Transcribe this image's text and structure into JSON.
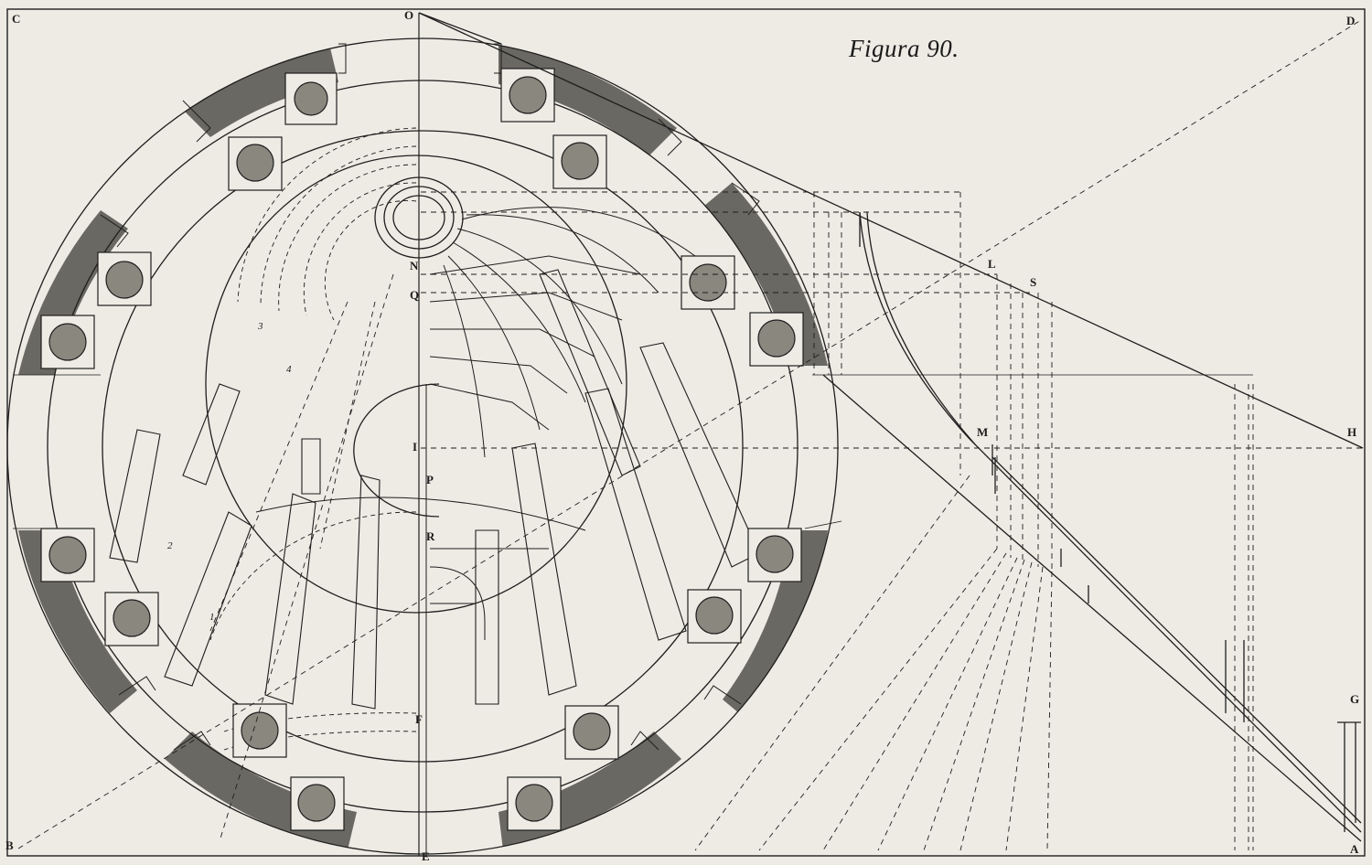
{
  "figure": {
    "title": "Figura 90."
  },
  "corner_labels": {
    "C": "C",
    "D": "D",
    "B": "B",
    "A": "A",
    "O": "O",
    "E": "E"
  },
  "point_labels": {
    "N": "N",
    "Q": "Q",
    "I": "I",
    "P": "P",
    "R": "R",
    "F": "F",
    "L": "L",
    "S": "S",
    "M": "M",
    "H": "H",
    "G": "G"
  },
  "division_numbers": {
    "n1": "1",
    "n2": "2",
    "n3": "3",
    "n4": "4"
  },
  "colors": {
    "paper": "#eeebe4",
    "ink": "#1e1e1e",
    "shade": "#6a6862"
  }
}
